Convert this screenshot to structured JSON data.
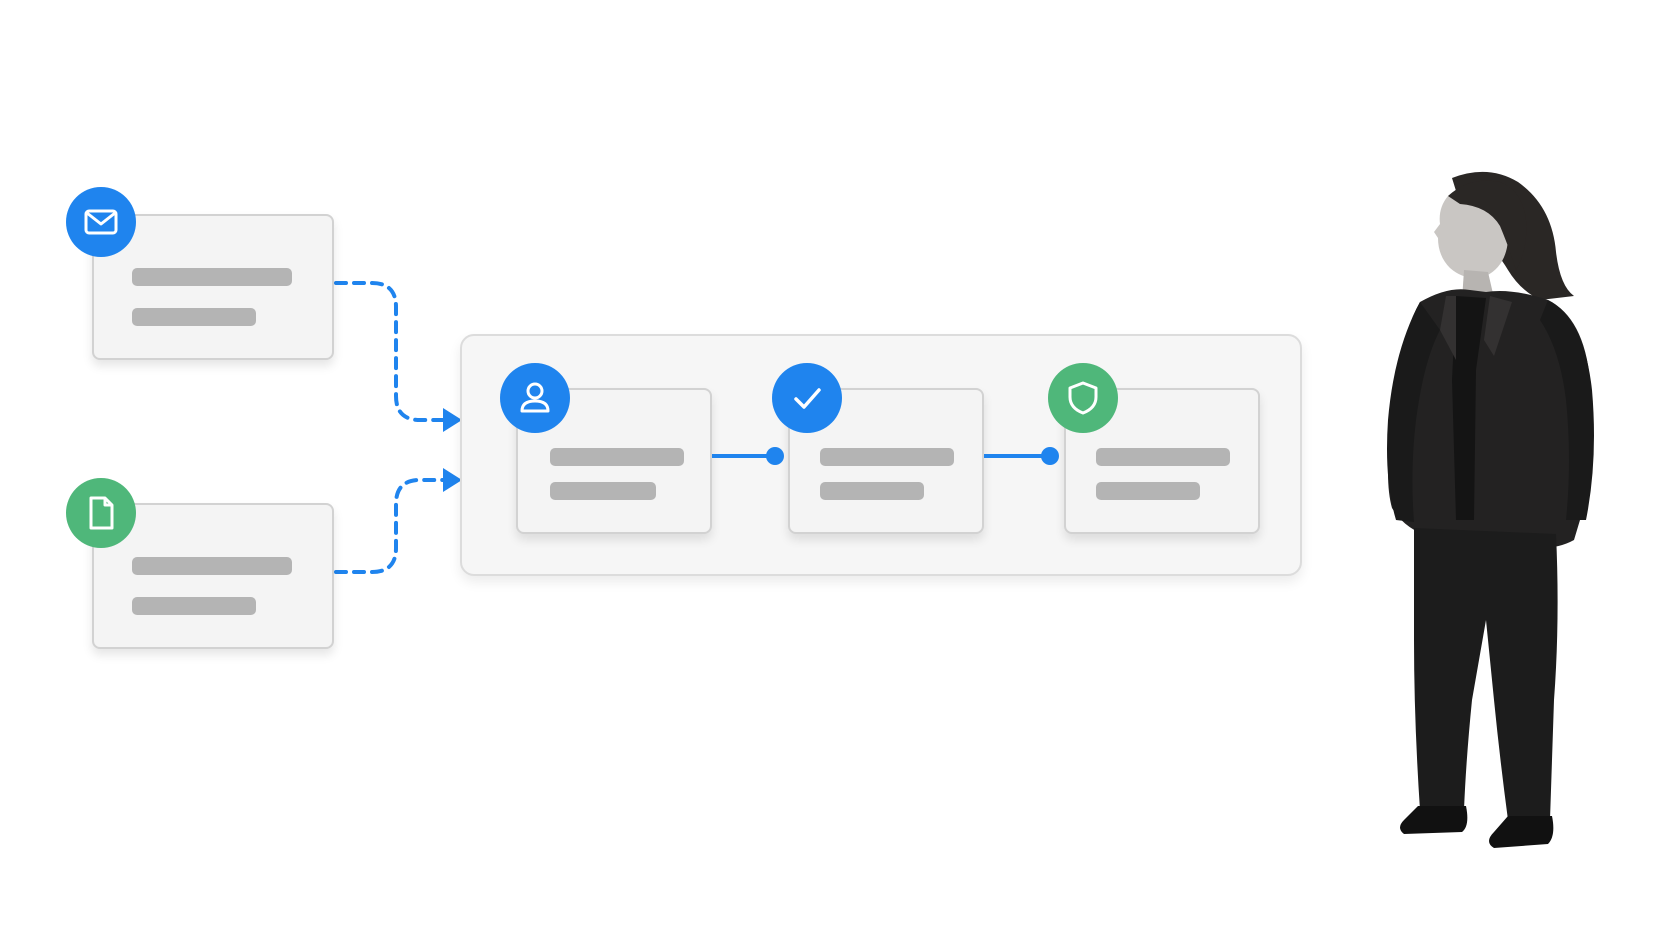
{
  "colors": {
    "blue": "#1f84ee",
    "green": "#4fb77a",
    "placeholder_bar": "#b4b4b4",
    "connector": "#1f84ee"
  },
  "source_cards": [
    {
      "icon": "envelope-icon",
      "badge_color": "blue"
    },
    {
      "icon": "document-icon",
      "badge_color": "green"
    }
  ],
  "workflow_steps": [
    {
      "icon": "person-icon",
      "badge_color": "blue"
    },
    {
      "icon": "checkmark-icon",
      "badge_color": "blue"
    },
    {
      "icon": "shield-icon",
      "badge_color": "green"
    }
  ],
  "photo": {
    "subject": "person-illustration"
  }
}
